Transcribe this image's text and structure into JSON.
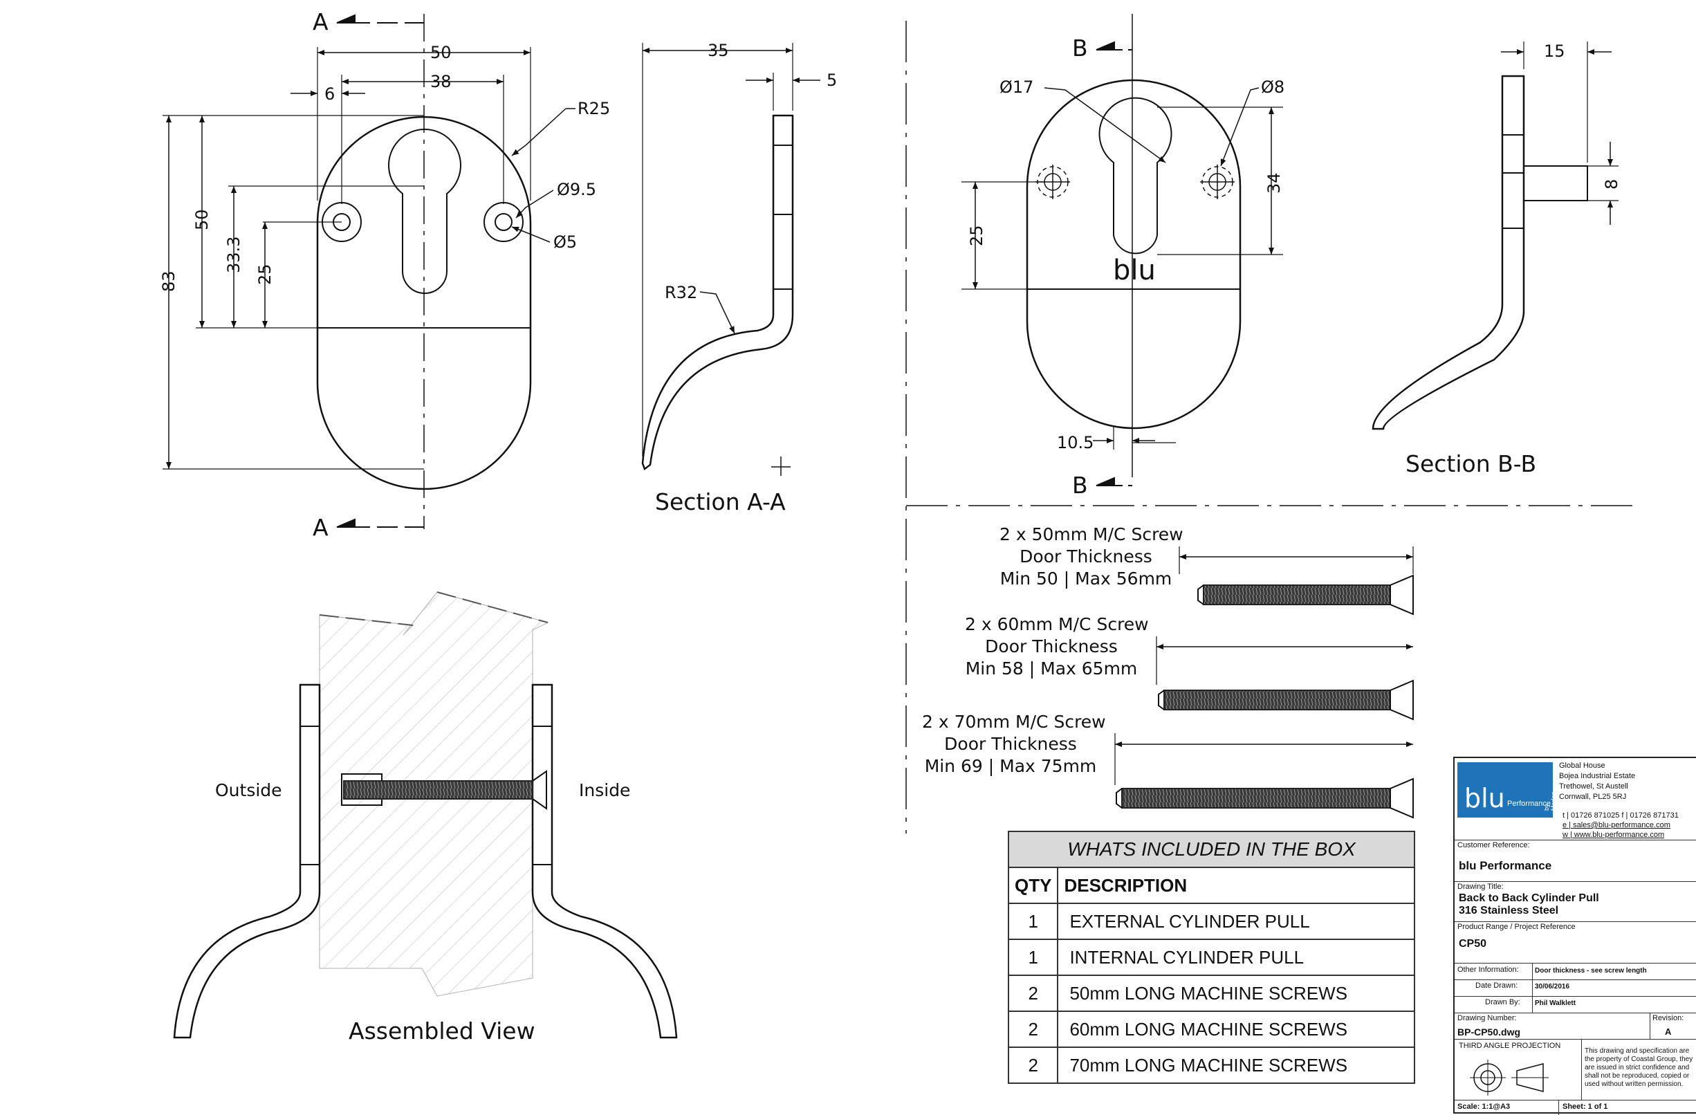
{
  "front_view": {
    "section_marker_top": "A",
    "section_marker_bottom": "A",
    "dims": {
      "overall_width": "50",
      "hole_spacing": "38",
      "offset": "6",
      "radius": "R25",
      "hole_dia": "Ø9.5",
      "hole_small": "Ø5",
      "height_total": "83",
      "height_upper": "50",
      "height_mid": "33.3",
      "height_low": "25"
    }
  },
  "section_a": {
    "title": "Section A-A",
    "dims": {
      "depth": "35",
      "thickness": "5",
      "radius": "R32"
    }
  },
  "plate_view": {
    "section_marker_top": "B",
    "section_marker_bottom": "B",
    "brand": "blu",
    "dims": {
      "dia_large": "Ø17",
      "dia_small": "Ø8",
      "height_34": "34",
      "height_25": "25",
      "offset": "10.5"
    }
  },
  "section_b": {
    "title": "Section B-B",
    "dims": {
      "depth": "15",
      "pin": "8"
    }
  },
  "screws": [
    {
      "line1": "2 x 50mm M/C Screw",
      "line2": "Door Thickness",
      "line3": "Min 50 | Max 56mm"
    },
    {
      "line1": "2 x 60mm M/C Screw",
      "line2": "Door Thickness",
      "line3": "Min 58 | Max 65mm"
    },
    {
      "line1": "2 x 70mm M/C Screw",
      "line2": "Door Thickness",
      "line3": "Min 69 | Max 75mm"
    }
  ],
  "assembled": {
    "title": "Assembled View",
    "outside_label": "Outside",
    "inside_label": "Inside"
  },
  "bom": {
    "title": "WHATS INCLUDED IN THE BOX",
    "col_qty": "QTY",
    "col_desc": "DESCRIPTION",
    "rows": [
      {
        "qty": "1",
        "desc": "EXTERNAL CYLINDER PULL"
      },
      {
        "qty": "1",
        "desc": "INTERNAL CYLINDER PULL"
      },
      {
        "qty": "2",
        "desc": "50mm LONG MACHINE SCREWS"
      },
      {
        "qty": "2",
        "desc": "60mm LONG MACHINE SCREWS"
      },
      {
        "qty": "2",
        "desc": "70mm LONG MACHINE SCREWS"
      }
    ]
  },
  "title_block": {
    "logo_text": "blu",
    "logo_sub": "Performance",
    "logo_side": "by Marlen",
    "address": [
      "Global House",
      "Bojea Industrial Estate",
      "Trethowel, St Austell",
      "Cornwall, PL25 5RJ"
    ],
    "phone": "t | 01726 871025   f | 01726 871731",
    "email": "e | sales@blu-performance.com",
    "web": "w | www.blu-performance.com",
    "customer_ref_label": "Customer Reference:",
    "customer_ref": "blu Performance",
    "drawing_title_label": "Drawing Title:",
    "drawing_title_1": "Back to Back Cylinder Pull",
    "drawing_title_2": "316 Stainless Steel",
    "product_range_label": "Product Range / Project Reference",
    "product_range": "CP50",
    "other_info_label": "Other Information:",
    "other_info": "Door thickness - see screw length",
    "date_label": "Date Drawn:",
    "date": "30/06/2016",
    "drawn_by_label": "Drawn By:",
    "drawn_by": "Phil Walklett",
    "drawing_number_label": "Drawing Number:",
    "drawing_number": "BP-CP50.dwg",
    "revision_label": "Revision:",
    "revision": "A",
    "projection": "THIRD ANGLE PROJECTION",
    "confidential": [
      "This drawing and specification are",
      "the property of Coastal Group, they",
      "are issued in strict confidence and",
      "shall not be reproduced, copied or",
      "used without written permission."
    ],
    "scale": "Scale: 1:1@A3",
    "sheet": "Sheet:  1  of 1"
  },
  "colors": {
    "line": "#111111",
    "bom_header": "#d9d9d9",
    "logo": "#1e73b9"
  }
}
